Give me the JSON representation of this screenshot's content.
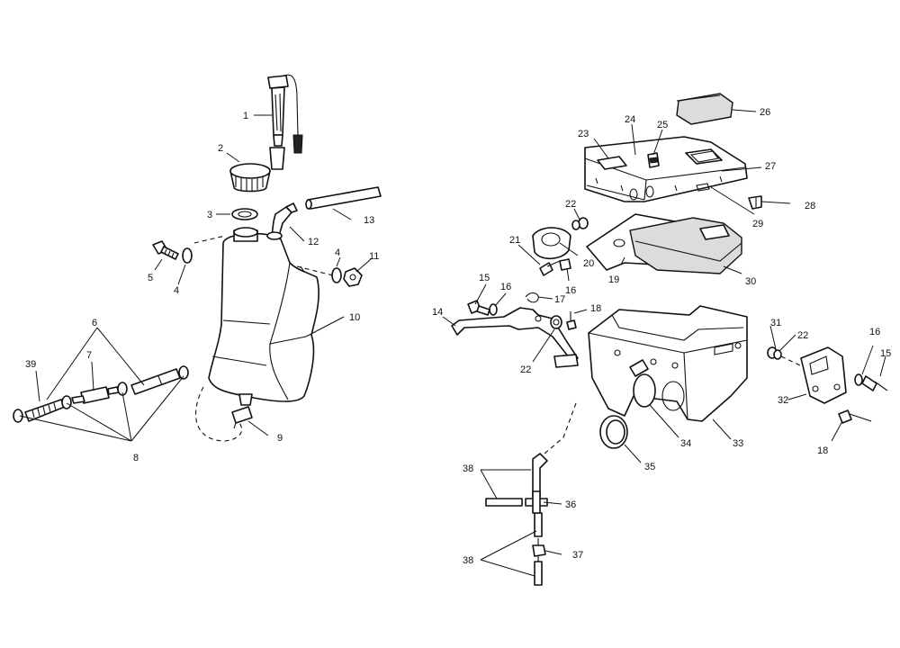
{
  "callouts": {
    "c1": "1",
    "c2": "2",
    "c3": "3",
    "c4a": "4",
    "c4b": "4",
    "c5": "5",
    "c6": "6",
    "c7": "7",
    "c8": "8",
    "c9": "9",
    "c10": "10",
    "c11": "11",
    "c12": "12",
    "c13": "13",
    "c14": "14",
    "c15a": "15",
    "c15b": "15",
    "c16a": "16",
    "c16b": "16",
    "c16c": "16",
    "c17": "17",
    "c18a": "18",
    "c18b": "18",
    "c19": "19",
    "c20": "20",
    "c21": "21",
    "c22a": "22",
    "c22b": "22",
    "c22c": "22",
    "c23": "23",
    "c24": "24",
    "c25": "25",
    "c26": "26",
    "c27": "27",
    "c28": "28",
    "c29": "29",
    "c30": "30",
    "c31": "31",
    "c32": "32",
    "c33": "33",
    "c34": "34",
    "c35": "35",
    "c36": "36",
    "c37": "37",
    "c38a": "38",
    "c38b": "38",
    "c39": "39"
  }
}
